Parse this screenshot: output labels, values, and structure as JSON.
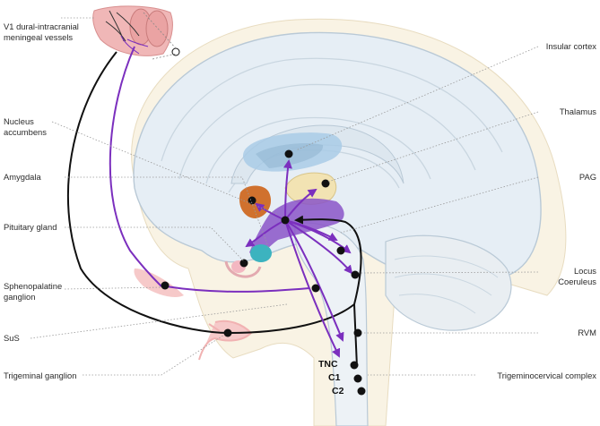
{
  "labels": {
    "v1_vessels": "V1 dural-intracranial\nmeningeal vessels",
    "nucleus_accumbens": "Nucleus\naccumbens",
    "amygdala": "Amygdala",
    "pituitary_gland": "Pituitary gland",
    "sphenopalatine_ganglion": "Sphenopalatine\nganglion",
    "sus": "SuS",
    "trigeminal_ganglion": "Trigeminal ganglion",
    "insular_cortex": "Insular cortex",
    "thalamus": "Thalamus",
    "pag": "PAG",
    "locus_coeruleus": "Locus\nCoeruleus",
    "rvm": "RVM",
    "trigeminocervical_complex": "Trigeminocervical complex"
  },
  "spinal_levels": {
    "tnc": "TNC",
    "c1": "C1",
    "c2": "C2"
  },
  "colors": {
    "pathway_purple": "#7b2fbe",
    "afferent_black": "#111111",
    "brain_fill": "#e6eef5",
    "thalamus": "#f2e3b3",
    "insula": "#a9cbe6",
    "amygdala": "#d0712e",
    "pituitary": "#3cb3bf",
    "vessels": "#f0b7b7"
  }
}
